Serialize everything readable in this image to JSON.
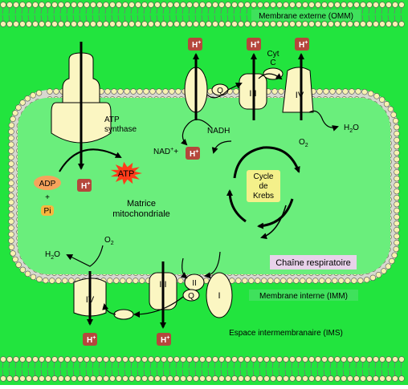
{
  "labels": {
    "omm": "Membrane externe (OMM)",
    "imm": "Membrane interne (IMM)",
    "ims": "Espace intermembranaire (IMS)",
    "matrix_line1": "Matrice",
    "matrix_line2": "mitochondriale",
    "chain": "Chaîne respiratoire",
    "atp_synthase_1": "ATP",
    "atp_synthase_2": "synthase",
    "krebs_1": "Cycle",
    "krebs_2": "de",
    "krebs_3": "Krebs",
    "nadh": "NADH",
    "nad": "NAD",
    "nad_sup": "+",
    "plus": "+",
    "adp": "ADP",
    "pi": "Pi",
    "atp": "ATP",
    "h": "H",
    "h_sup": "+",
    "o2": "O",
    "o2_sub": "2",
    "h2o_a": "H",
    "h2o_sub": "2",
    "h2o_b": "O",
    "cyt_1": "Cyt",
    "cyt_2": "C",
    "complex_1": "I",
    "complex_2": "II",
    "complex_3": "III",
    "complex_4": "IV",
    "quinone": "Q"
  },
  "colors": {
    "membrane_green": "#22e43e",
    "matrix_green": "#6aee7c",
    "lipid_head": "#f7f2b0",
    "protein": "#fbf6c2",
    "h_box": "#b5473c",
    "h_text": "#ffffff",
    "adp": "#f6a35c",
    "pi": "#f7b63e",
    "atp_star": "#ff3b1a",
    "krebs_box": "#f4f08a",
    "chain_box": "#e8d2ea",
    "label_green": "#3fe15c"
  }
}
